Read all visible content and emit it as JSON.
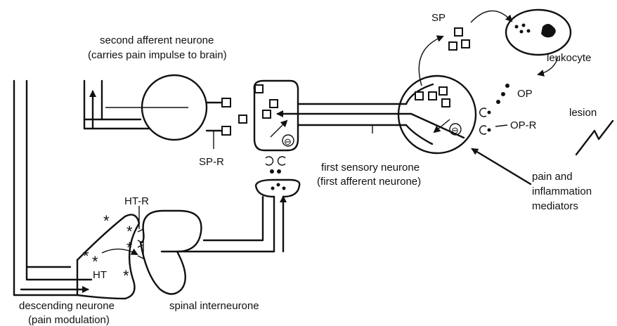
{
  "labels": {
    "second_neurone_line1": "second afferent neurone",
    "second_neurone_line2": "(carries pain impulse to brain)",
    "sp_top": "SP",
    "leukocyte": "leukocyte",
    "op": "OP",
    "op_r": "OP-R",
    "lesion": "lesion",
    "sp_r": "SP-R",
    "first_neurone_line1": "first sensory neurone",
    "first_neurone_line2": "(first afferent neurone)",
    "mediators_line1": "pain and",
    "mediators_line2": "inflammation",
    "mediators_line3": "mediators",
    "ht_r": "HT-R",
    "ht": "HT",
    "descending_line1": "descending neurone",
    "descending_line2": "(pain modulation)",
    "interneurone": "spinal interneurone",
    "inhibit_symbol": "⊖",
    "serotonin_symbol": "*"
  }
}
